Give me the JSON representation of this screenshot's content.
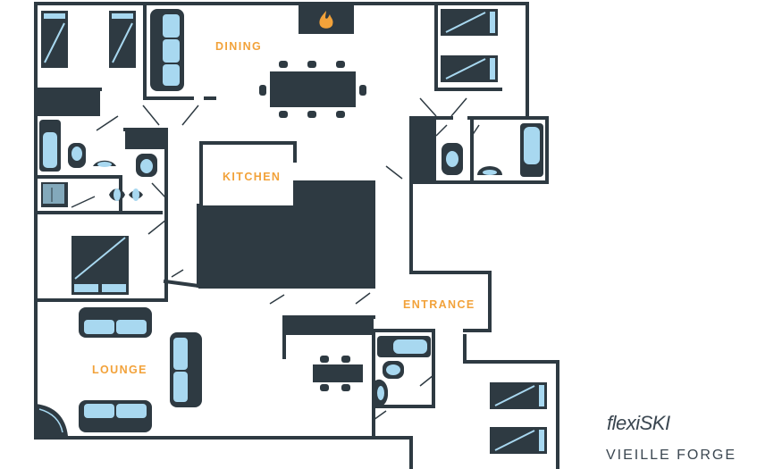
{
  "rooms": {
    "dining": "DINING",
    "kitchen": "KITCHEN",
    "entrance": "ENTRANCE",
    "lounge": "LOUNGE"
  },
  "brand": {
    "flexi": "flexi",
    "ski": "SKI"
  },
  "chalet_name": "VIEILLE FORGE",
  "colors": {
    "wall": "#2e3a42",
    "fixture": "#a8d8f0",
    "label": "#f2a23a",
    "flame": "#f2a23a",
    "text": "#3a4650"
  }
}
